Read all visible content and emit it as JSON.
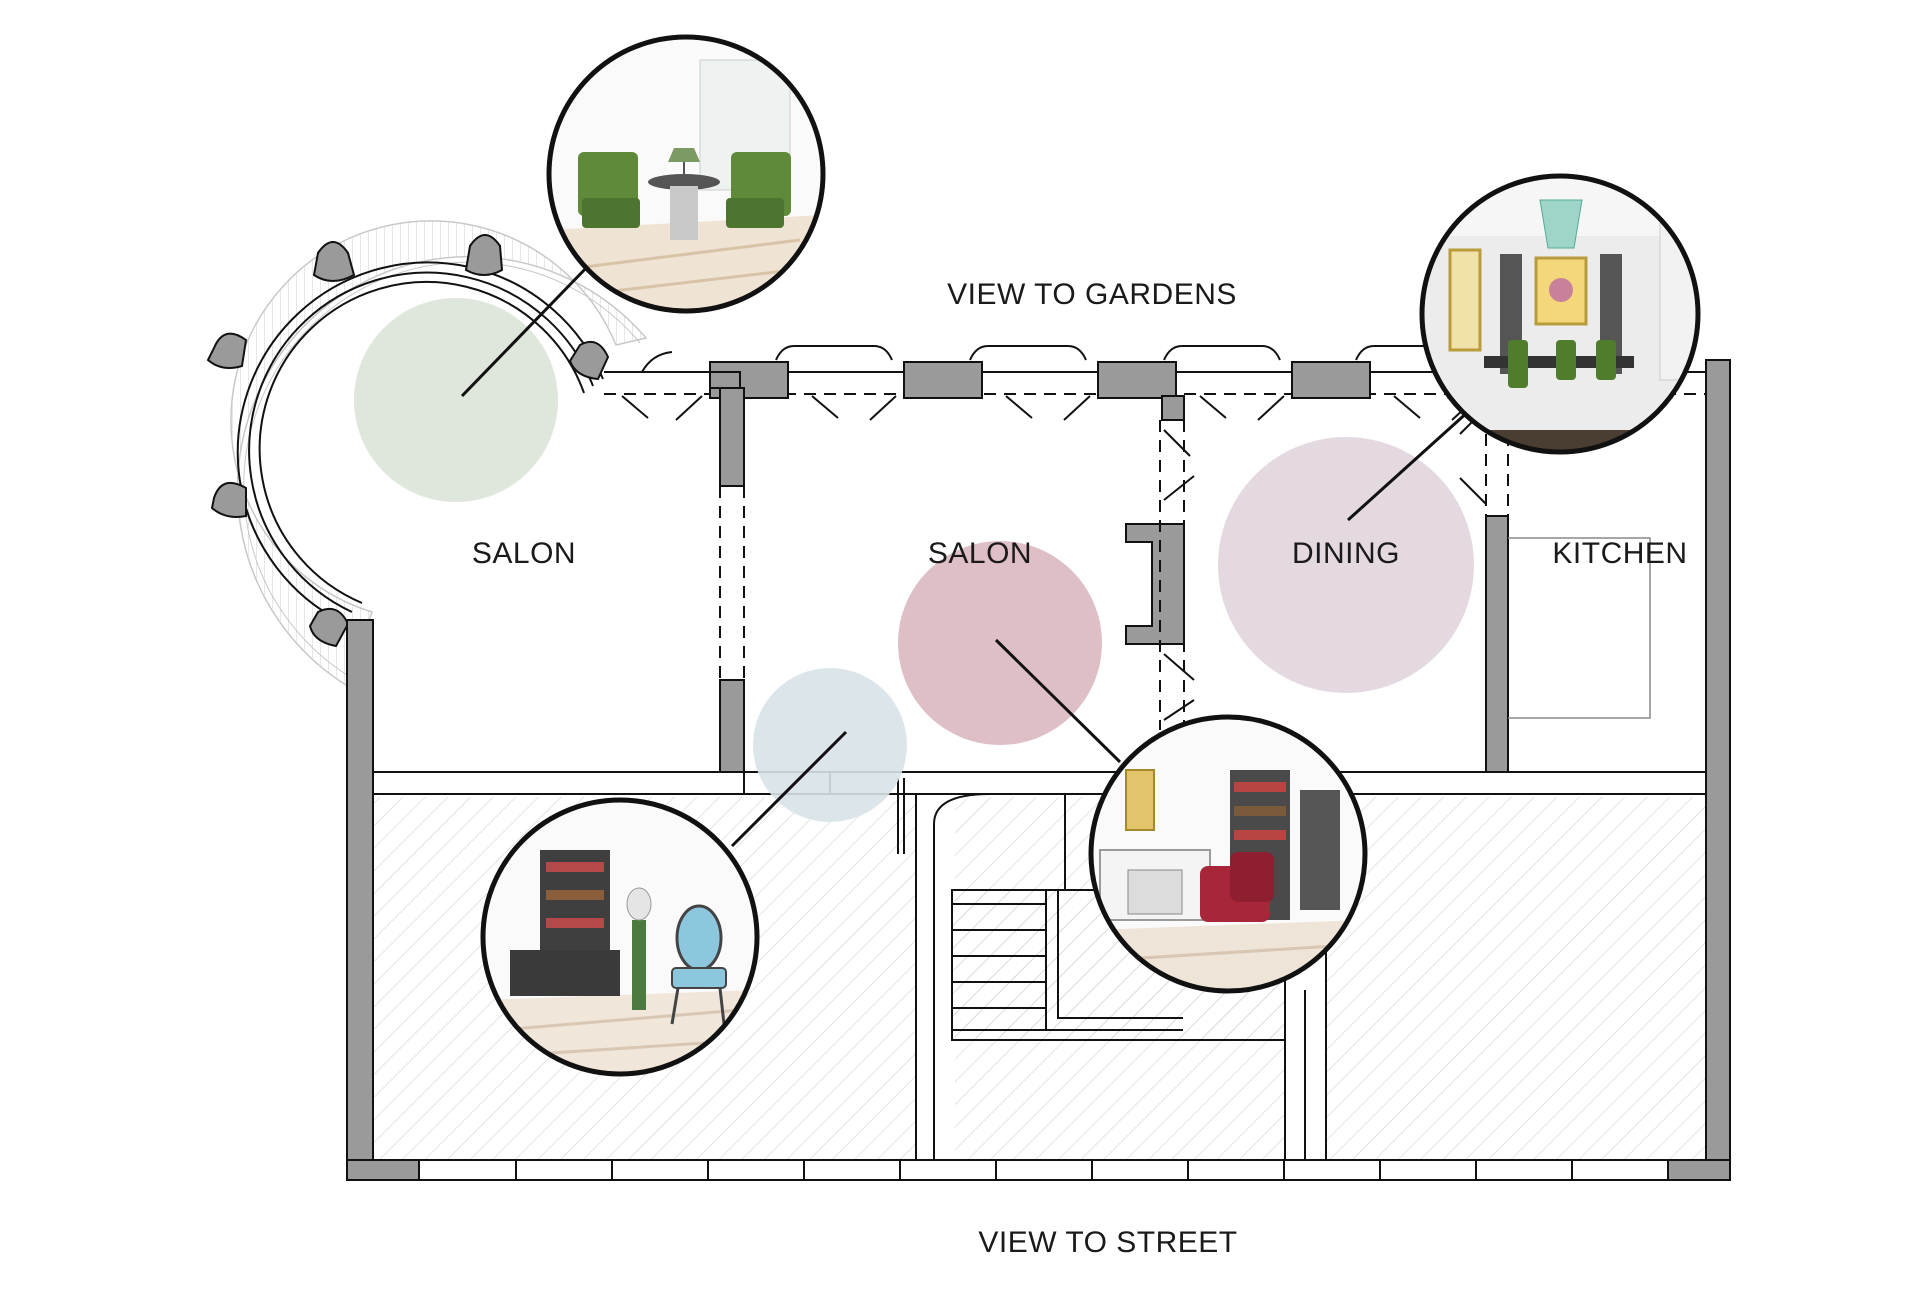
{
  "labels": {
    "view_gardens": "VIEW TO GARDENS",
    "view_street": "VIEW TO STREET",
    "rooms": {
      "salon_round": "SALON",
      "salon_main": "SALON",
      "dining": "DINING",
      "kitchen": "KITCHEN"
    }
  },
  "zone_colors": {
    "salon_round": "#dfe6dc",
    "salon_main": "#dfbfc6",
    "reading_nook": "#d8e3e8",
    "dining": "#e4d9e1"
  },
  "vignettes": [
    {
      "name": "lounge-chairs-vignette",
      "scene": "two green armchairs with side table and lamp"
    },
    {
      "name": "dining-vignette",
      "scene": "dining table with green chairs, chandelier and portrait"
    },
    {
      "name": "library-vignette",
      "scene": "bookcase with blue armchair and bust on pedestal"
    },
    {
      "name": "fireplace-vignette",
      "scene": "red armchair by fireplace and library shelves"
    }
  ],
  "colors": {
    "wall": "#9a9a9a",
    "line": "#111111",
    "hatch": "#cfcfcf"
  }
}
